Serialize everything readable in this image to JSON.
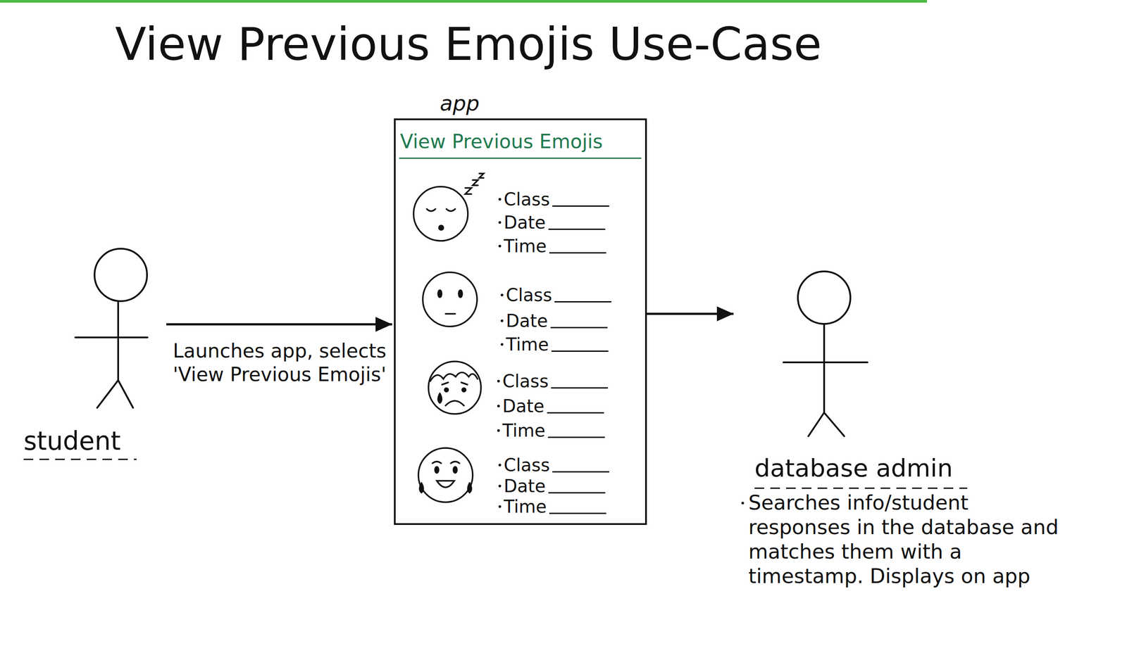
{
  "diagram": {
    "title": "View Previous Emojis Use-Case",
    "nodes": [
      {
        "text": [
          "student"
        ]
      },
      {
        "text": [
          "app",
          "View Previous Emojis",
          "Class",
          "Date",
          "Time",
          "Class",
          "Date",
          "Time",
          "Class",
          "Date",
          "Time",
          "Class",
          "Date",
          "Time"
        ]
      },
      {
        "text": [
          "database admin",
          "Searches info/student responses in the database and matches them with a timestamp. Displays on app"
        ]
      }
    ],
    "edges": [
      {
        "from": 0,
        "to": 1,
        "arrow": "to",
        "label": "Launches app, selects 'View Previous Emojis'"
      },
      {
        "from": 1,
        "to": 2,
        "arrow": "to"
      }
    ]
  }
}
